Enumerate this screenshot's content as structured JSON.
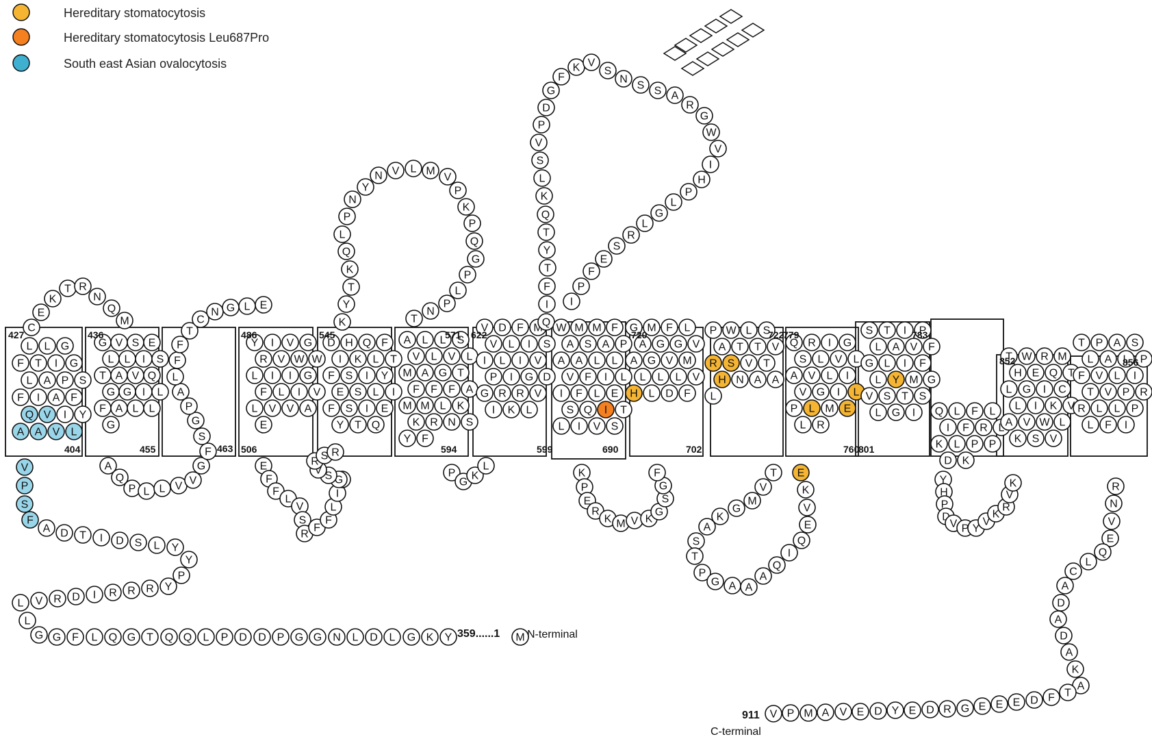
{
  "legend": [
    {
      "label": "Hereditary stomatocytosis",
      "color": "#f5b532"
    },
    {
      "label": "Hereditary stomatocytosis Leu687Pro",
      "color": "#f4801f"
    },
    {
      "label": "South east Asian ovalocytosis",
      "color": "#3fb0cf"
    }
  ],
  "colors": {
    "hs": "#f5b532",
    "leu": "#f4801f",
    "sao": "#9ad6ea"
  },
  "labels": {
    "n_terminal": "N-terminal",
    "c_terminal": "C-terminal",
    "gap_text": "359......1",
    "c_number": "911",
    "tm_numbers": [
      "427",
      "404",
      "436",
      "455",
      "463",
      "486",
      "506",
      "545",
      "571",
      "594",
      "622",
      "599",
      "690",
      "720",
      "702",
      "722",
      "779",
      "760",
      "783",
      "801",
      "852",
      "856"
    ]
  },
  "sequence": {
    "n_tail": "VPSFADTIDSLYYPYRRRIDRVLLGGFLQGTQQLPDDPGGNLDLGKY",
    "n_start": "M",
    "tm1": "AAVLQVIYFIAFLAPSFTIGLLG",
    "loop_1_2": "CEKTRNQM",
    "tm2": "GVSELLISTAVQGGILFALLG",
    "loop_2_3": "AQPLLVVGFSGPALFFTCNGLE",
    "tm3": "EFFLVSRFFLIV",
    "tm4": "YIVGRVWWLIIGFLIVLVVAE",
    "loop_4_5": "GSVRSR",
    "tm5": "DHQFIKLTFSIYESLIFSIEYTQ",
    "loop_5_6": "KYTKQLPNYNVLMVPKPQGPLPNT",
    "tm6": "ALLSVLVLMAGTFFFAMMLKKRNSYF",
    "loop_6_7": "PGKL",
    "tm7": "VDFMVLISILIVPIGDGRRVIKL",
    "loop_7_8": "QIFTYTQKLSVPDGFKVSNSSARGWVIHPLGLRSEFPI",
    "tm8": "WMMFASAPAALLVFILIFLESQITLIVS",
    "loop_8_9": "KPERKMVKGSGF",
    "tm9": "GMFLAGGVAGVMLLLVHLDF",
    "tm10": "PWLSATTVRSVTHNAAL",
    "loop_10_11": "TVMGKASTPGAAAQIQEVKE",
    "tm11": "QRIGSLVLAVLIVGILPLMELR",
    "tm12": "STIPLAVFGLIFLYMGVSTSLGI",
    "tm13": "QLFLIFRLKLPPDK",
    "loop_13_14": "YHPDVPYVKRVK",
    "tm14": "TWRMHEQTLGICLIKVAVWLKSV",
    "tm15": "TPASLALPFVLITVPRRLLPLFI",
    "c_tail": "RNVEQLCADADAKATFDEEEGRDEYDEVAMPV"
  }
}
